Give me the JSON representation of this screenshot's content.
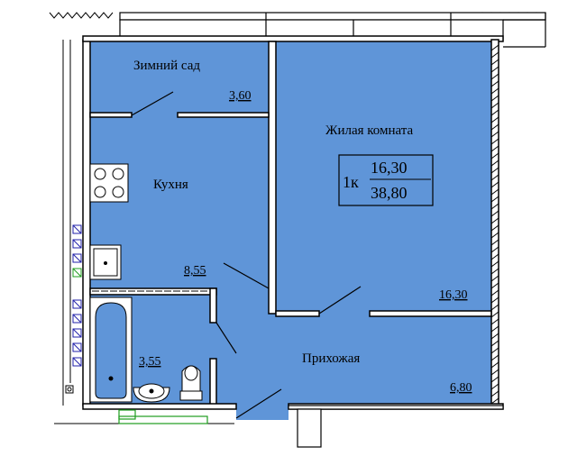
{
  "plan": {
    "colors": {
      "floor": "#5f95d8",
      "wall_fill": "#ffffff",
      "wall_line": "#000000",
      "window_green": "#1f9d1f",
      "radiator_blue": "#2222aa"
    },
    "rooms": {
      "winter_garden": {
        "name": "Зимний сад",
        "area": "3,60"
      },
      "kitchen": {
        "name": "Кухня",
        "area": "8,55"
      },
      "living": {
        "name": "Жилая комната",
        "area": "16,30"
      },
      "bathroom": {
        "name": "",
        "area": "3,55"
      },
      "hall": {
        "name": "Прихожая",
        "area": "6,80"
      }
    },
    "summary": {
      "type": "1к",
      "living_area": "16,30",
      "total_area": "38,80"
    }
  }
}
